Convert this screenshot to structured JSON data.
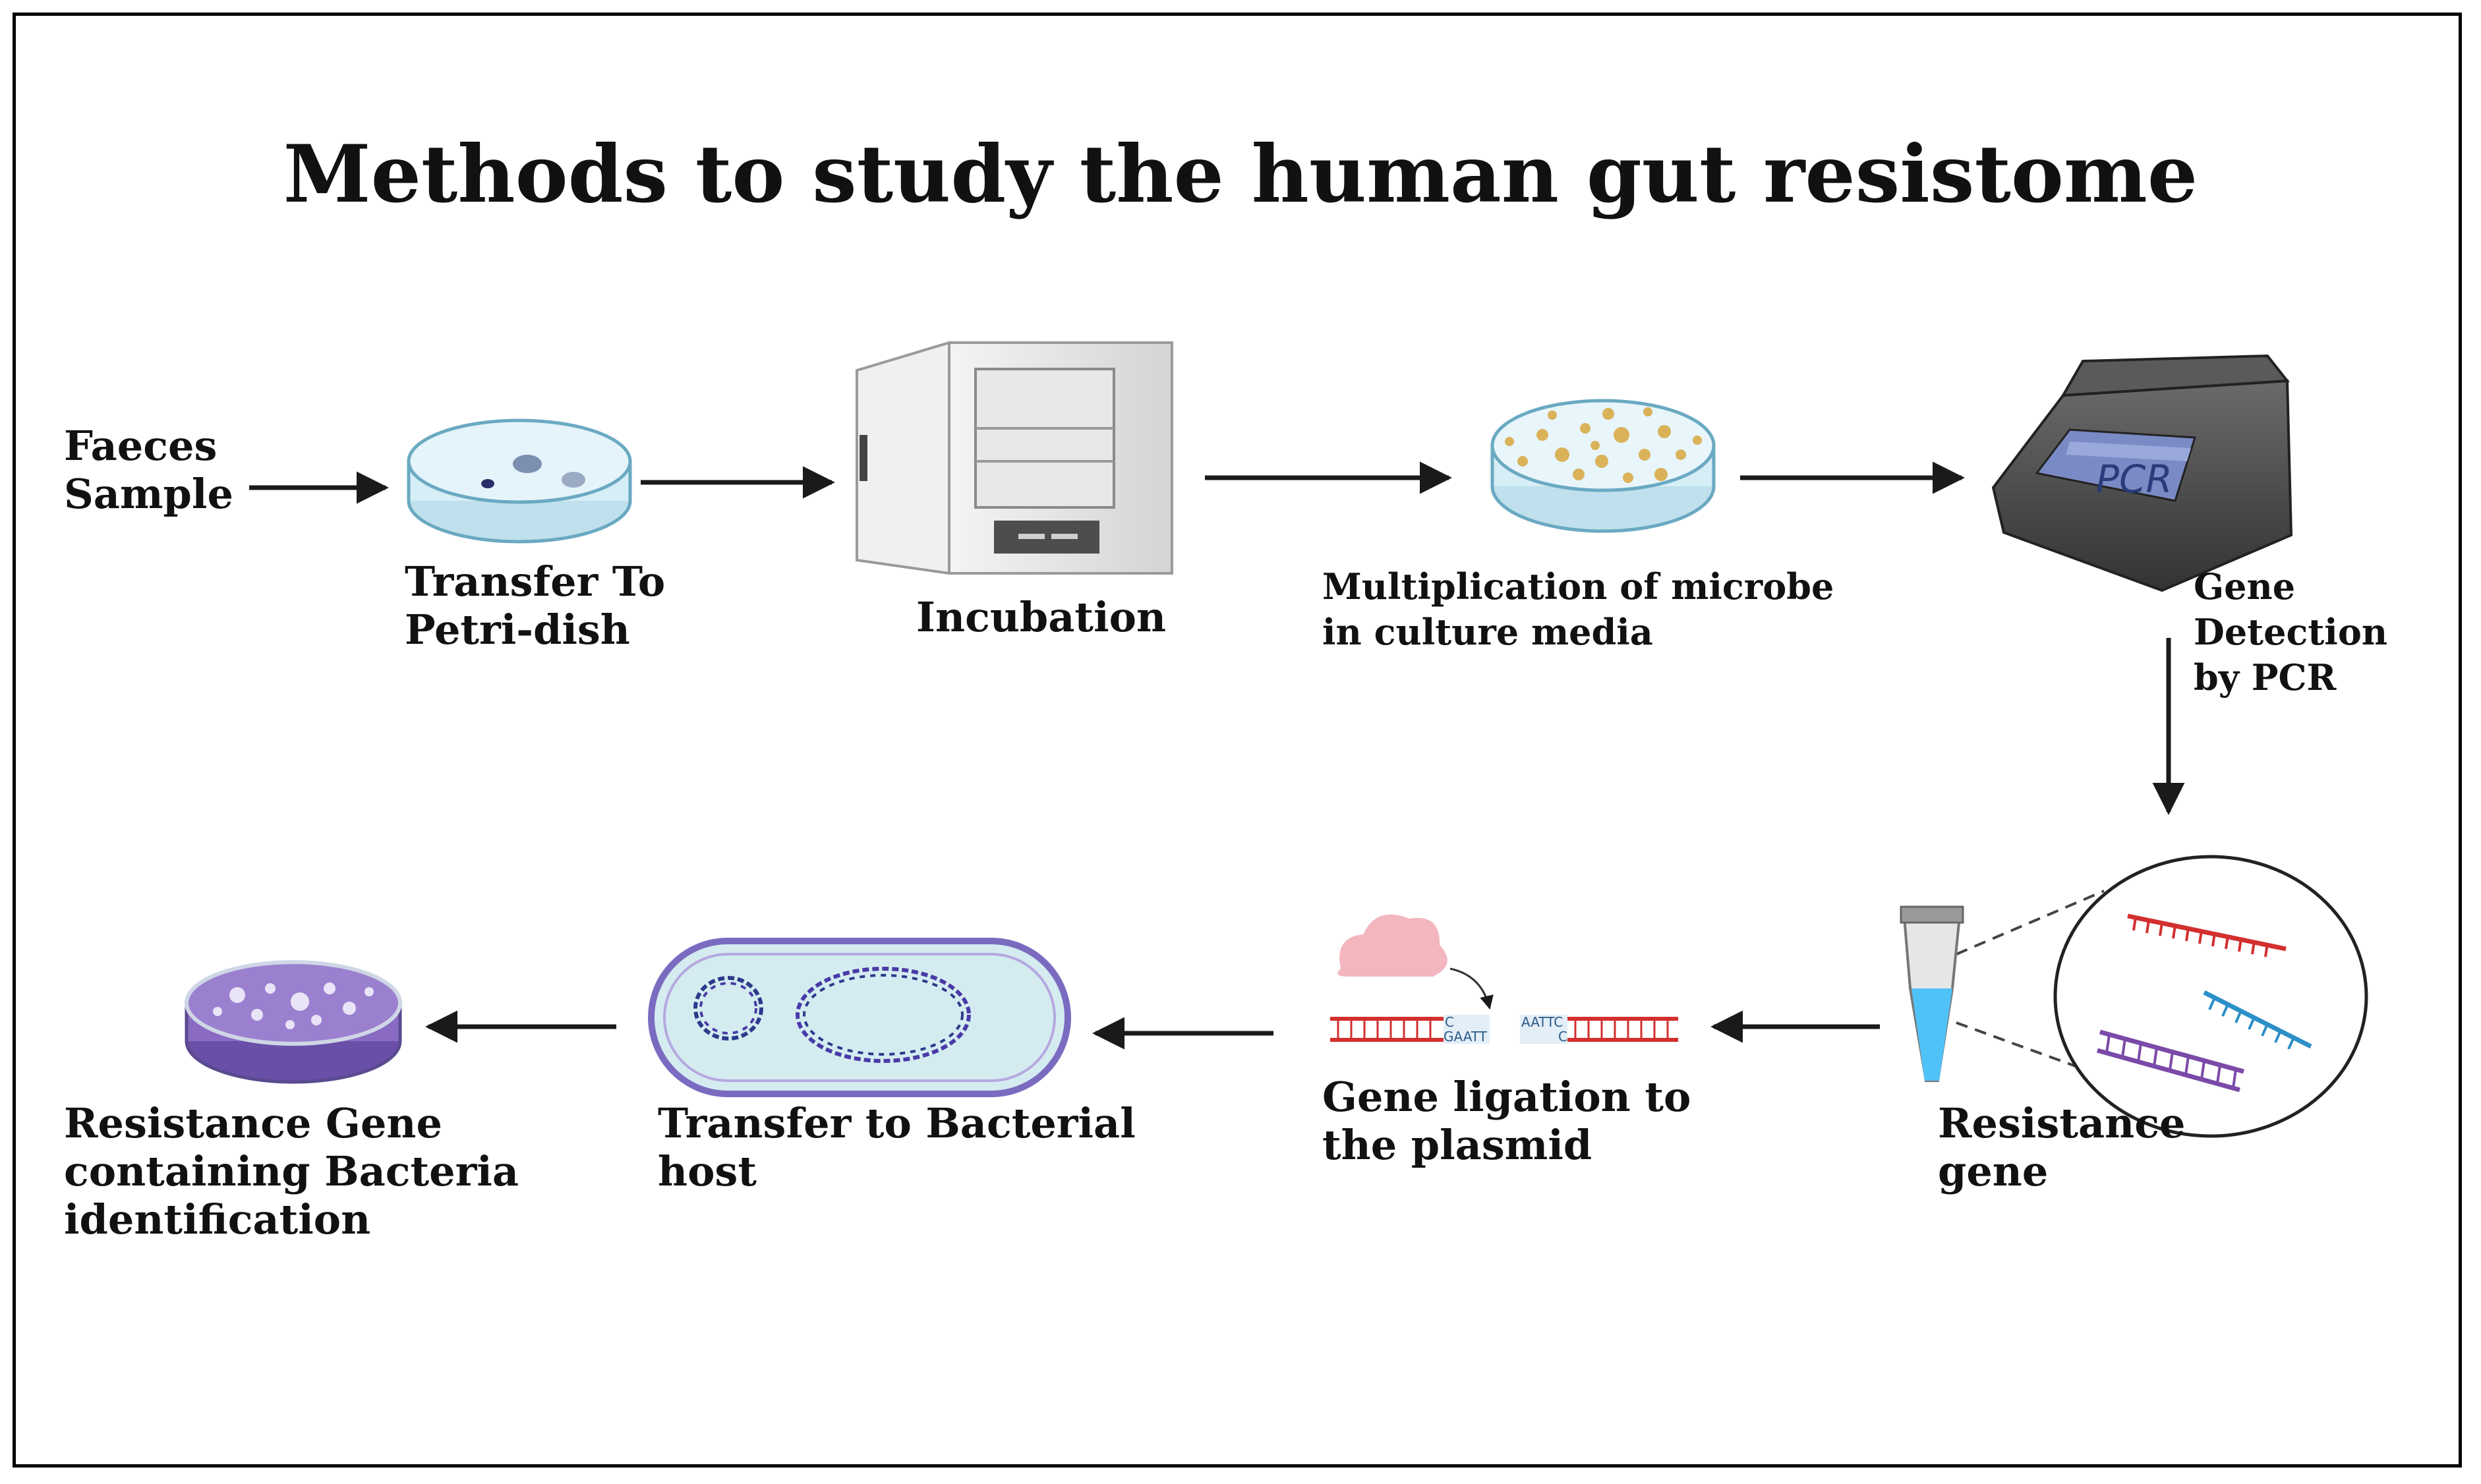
{
  "diagram": {
    "title": "Methods to study the human gut resistome",
    "steps": {
      "faeces_sample": "Faeces\nSample",
      "transfer_petri": "Transfer To\nPetri-dish",
      "incubation": "Incubation",
      "multiplication": "Multiplication of microbe\nin culture media",
      "gene_detection": "Gene\nDetection\nby PCR",
      "resistance_gene": "Resistance\ngene",
      "gene_ligation": "Gene ligation to\nthe plasmid",
      "transfer_bacterial": "Transfer to Bacterial\nhost",
      "identification": "Resistance Gene\ncontaining Bacteria\nidentification"
    },
    "device_labels": {
      "pcr_screen": "PCR",
      "sticky_end_left_top": "C",
      "sticky_end_left_bottom": "GAATT",
      "sticky_end_right_top": "AATTC",
      "sticky_end_right_bottom": "C"
    },
    "colors": {
      "petri_glass": "#d6eef6",
      "colony_yellow": "#d9b25a",
      "identification_plate": "#8a6bc4",
      "bacterium_membrane": "#7b6bc0",
      "dna_red": "#d32f2f",
      "dna_blue": "#2b8fc8",
      "dna_purple": "#7a4aa8",
      "tube_liquid": "#4fc3f7",
      "pcr_body": "#4a4a4a"
    }
  }
}
